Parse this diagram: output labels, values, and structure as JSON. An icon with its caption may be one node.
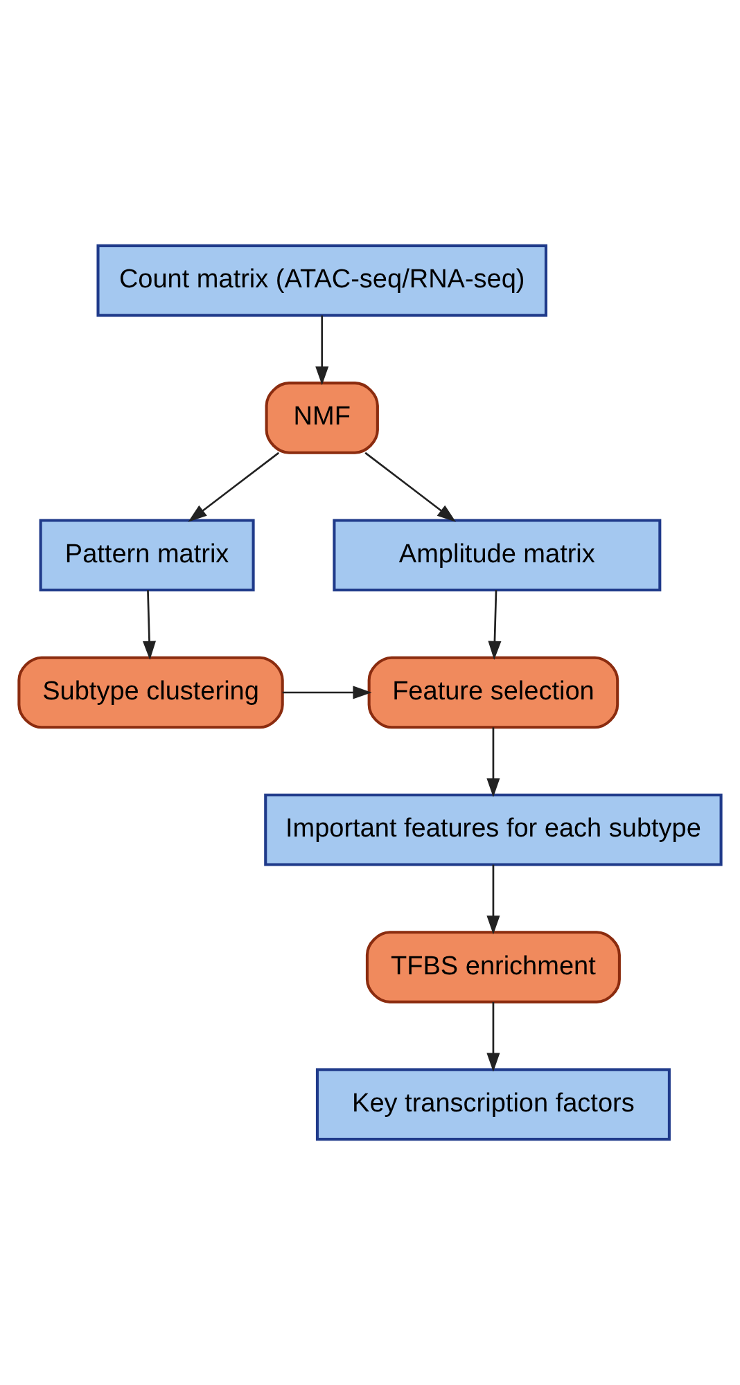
{
  "diagram": {
    "nodes": [
      {
        "text": [
          "Count matrix (ATAC-seq/RNA-seq)"
        ]
      },
      {
        "text": [
          "NMF"
        ]
      },
      {
        "text": [
          "Pattern matrix"
        ]
      },
      {
        "text": [
          "Amplitude matrix"
        ]
      },
      {
        "text": [
          "Subtype clustering"
        ]
      },
      {
        "text": [
          "Feature selection"
        ]
      },
      {
        "text": [
          "Important features for each subtype"
        ]
      },
      {
        "text": [
          "TFBS enrichment"
        ]
      },
      {
        "text": [
          "Key transcription factors"
        ]
      }
    ],
    "edges": [
      {
        "from": 0,
        "to": 1,
        "arrow": "to"
      },
      {
        "from": 1,
        "to": 2,
        "arrow": "to"
      },
      {
        "from": 1,
        "to": 3,
        "arrow": "to"
      },
      {
        "from": 2,
        "to": 4,
        "arrow": "to"
      },
      {
        "from": 3,
        "to": 5,
        "arrow": "to"
      },
      {
        "from": 4,
        "to": 5,
        "arrow": "to"
      },
      {
        "from": 5,
        "to": 6,
        "arrow": "to"
      },
      {
        "from": 6,
        "to": 7,
        "arrow": "to"
      },
      {
        "from": 7,
        "to": 8,
        "arrow": "to"
      }
    ]
  }
}
